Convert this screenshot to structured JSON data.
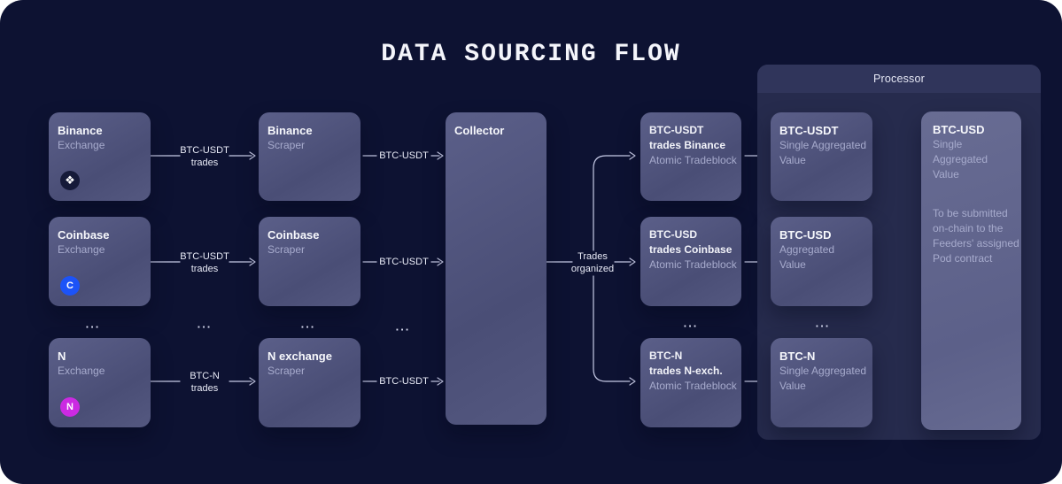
{
  "title": "DATA SOURCING FLOW",
  "rows": [
    {
      "exchange": {
        "title": "Binance",
        "subtitle": "Exchange",
        "icon": {
          "name": "binance-logo",
          "glyph": "❖",
          "bg": "#151a39"
        }
      },
      "trades_label": "BTC-USDT\ntrades",
      "scraper": {
        "title": "Binance",
        "subtitle": "Scraper"
      },
      "scraper_out_label": "BTC-USDT",
      "tradeblock": {
        "pair": "BTC-USDT",
        "source": "trades Binance",
        "type": "Atomic Tradeblock"
      },
      "aggregate": {
        "pair": "BTC-USDT",
        "desc": "Single Aggregated\nValue"
      }
    },
    {
      "exchange": {
        "title": "Coinbase",
        "subtitle": "Exchange",
        "icon": {
          "name": "coinbase-logo",
          "glyph": "C",
          "bg": "#1c53f7"
        }
      },
      "trades_label": "BTC-USDT\ntrades",
      "scraper": {
        "title": "Coinbase",
        "subtitle": "Scraper"
      },
      "scraper_out_label": "BTC-USDT",
      "tradeblock": {
        "pair": "BTC-USD",
        "source": "trades Coinbase",
        "type": "Atomic Tradeblock"
      },
      "aggregate": {
        "pair": "BTC-USD",
        "desc": "Aggregated\nValue"
      }
    },
    {
      "exchange": {
        "title": "N",
        "subtitle": "Exchange",
        "icon": {
          "name": "n-exchange-logo",
          "glyph": "N",
          "bg": "#cb2ae2"
        }
      },
      "trades_label": "BTC-N\ntrades",
      "scraper": {
        "title": "N exchange",
        "subtitle": "Scraper"
      },
      "scraper_out_label": "BTC-USDT",
      "tradeblock": {
        "pair": "BTC-N",
        "source": "trades N-exch.",
        "type": "Atomic Tradeblock"
      },
      "aggregate": {
        "pair": "BTC-N",
        "desc": "Single Aggregated\nValue"
      }
    }
  ],
  "collector": {
    "title": "Collector",
    "output_label": "Trades\norganized"
  },
  "processor": {
    "title": "Processor",
    "output_card": {
      "pair": "BTC-USD",
      "desc": "Single\nAggregated\nValue",
      "note": "To be submitted\non-chain to the\nFeeders' assigned\nPod contract"
    }
  },
  "ellipsis": "...",
  "colors": {
    "background": "#0d1232",
    "line": "#c7cbe7",
    "binance_icon_bg": "#151a39",
    "coinbase_blue": "#1c53f7",
    "n_magenta": "#cb2ae2"
  }
}
